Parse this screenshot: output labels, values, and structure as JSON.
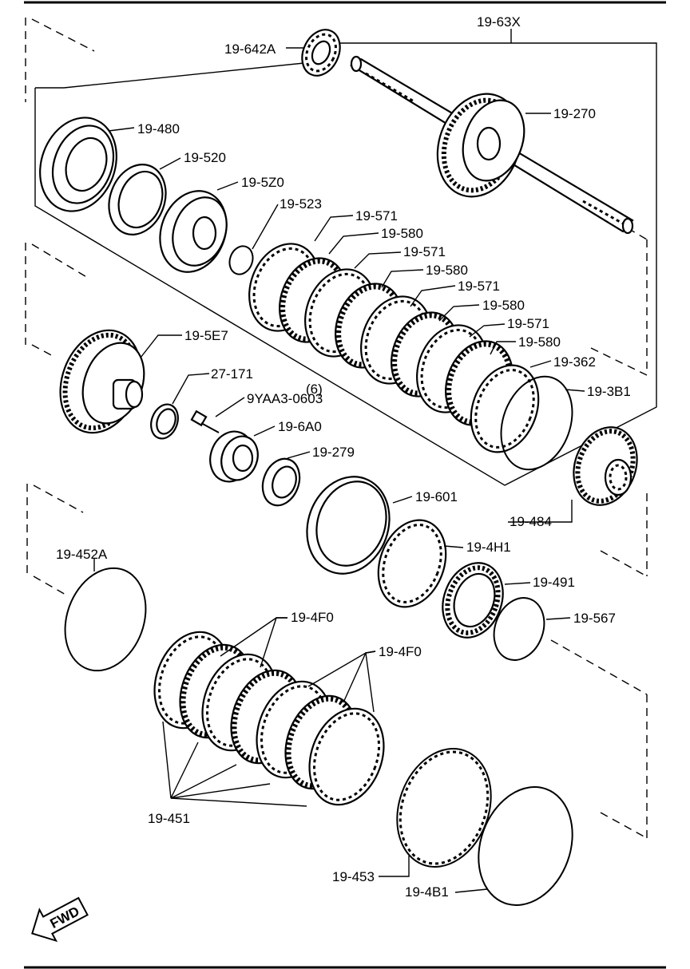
{
  "labels": {
    "l_63x": "19-63X",
    "l_642a": "19-642A",
    "l_270": "19-270",
    "l_480": "19-480",
    "l_520": "19-520",
    "l_5z0": "19-5Z0",
    "l_523": "19-523",
    "l_571a": "19-571",
    "l_580a": "19-580",
    "l_571b": "19-571",
    "l_580b": "19-580",
    "l_571c": "19-571",
    "l_580c": "19-580",
    "l_571d": "19-571",
    "l_580d": "19-580",
    "l_362": "19-362",
    "l_3b1": "19-3B1",
    "l_5e7": "19-5E7",
    "l_27171": "27-171",
    "l_qty6": "(6)",
    "l_9yaa3": "9YAA3-0603",
    "l_6a0": "19-6A0",
    "l_279": "19-279",
    "l_601": "19-601",
    "l_484": "19-484",
    "l_4h1": "19-4H1",
    "l_452a": "19-452A",
    "l_491": "19-491",
    "l_567": "19-567",
    "l_4f0a": "19-4F0",
    "l_4f0b": "19-4F0",
    "l_451": "19-451",
    "l_453": "19-453",
    "l_4b1": "19-4B1"
  },
  "fwd_label": "FWD"
}
